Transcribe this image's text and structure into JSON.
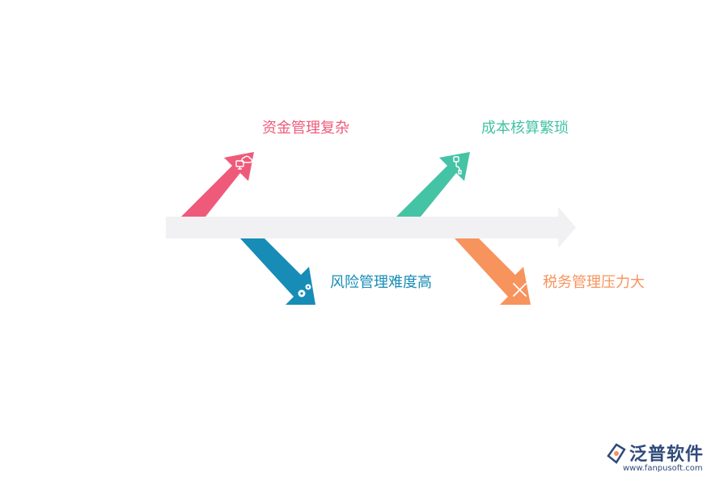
{
  "colors": {
    "spine": "#f1f0f3",
    "risk_funds": "#ef5a7a",
    "cost_accounting": "#45c3a5",
    "risk_management": "#178cb6",
    "tax_management": "#f7935d",
    "brand": "#2f4a7a"
  },
  "diagram": {
    "causes": [
      {
        "label": "资金管理复杂",
        "icon": "cloud-computer-icon",
        "color": "#ef5a7a"
      },
      {
        "label": "成本核算繁琐",
        "icon": "usb-plug-icon",
        "color": "#45c3a5"
      },
      {
        "label": "风险管理难度高",
        "icon": "gears-icon",
        "color": "#178cb6"
      },
      {
        "label": "税务管理压力大",
        "icon": "tools-icon",
        "color": "#f7935d"
      }
    ]
  },
  "brand": {
    "name": "泛普软件",
    "url": "www.fanpusoft.com"
  }
}
